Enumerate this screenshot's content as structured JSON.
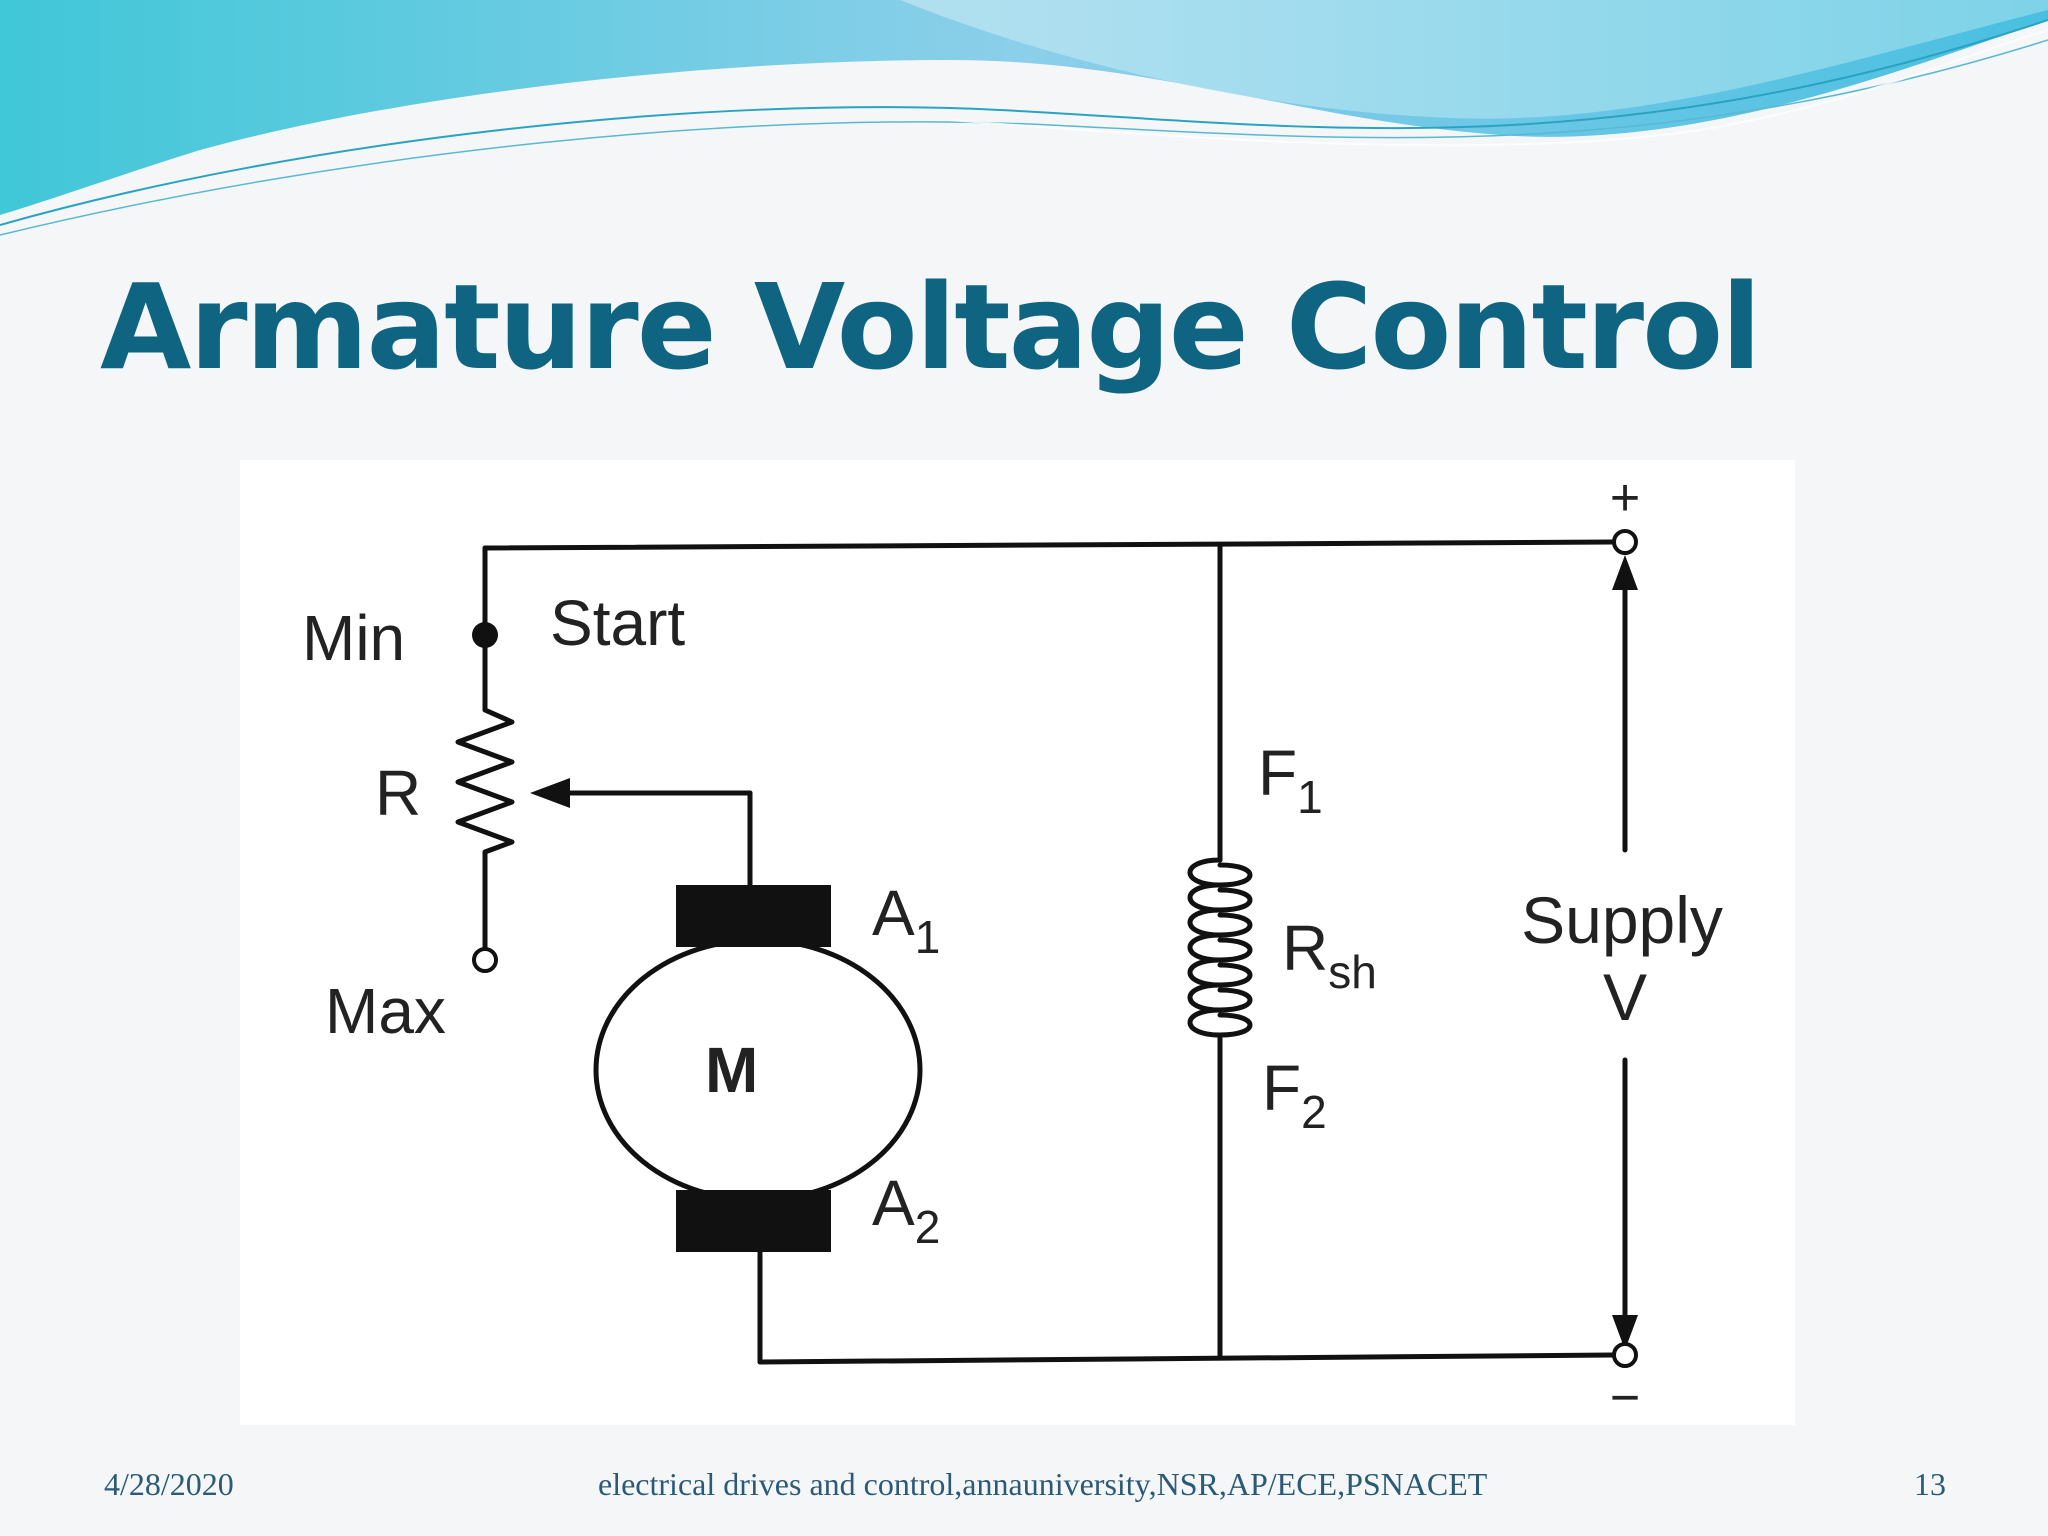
{
  "slide": {
    "title": "Armature Voltage Control",
    "footer": {
      "date": "4/28/2020",
      "text": "electrical drives and control,annauniversity,NSR,AP/ECE,PSNACET",
      "page_number": "13"
    }
  },
  "diagram": {
    "labels": {
      "min": "Min",
      "start": "Start",
      "r": "R",
      "max": "Max",
      "motor": "M",
      "a": "A",
      "a1_sub": "1",
      "a2_sub": "2",
      "f": "F",
      "f1_sub": "1",
      "f2_sub": "2",
      "rsh": "R",
      "rsh_sub": "sh",
      "supply": "Supply",
      "v": "V",
      "plus": "+",
      "minus": "−"
    }
  },
  "colors": {
    "title": "#0f6581",
    "footer": "#2a5a76",
    "wave_dark": "#4fc0d8",
    "wave_light": "#a9dff0"
  }
}
